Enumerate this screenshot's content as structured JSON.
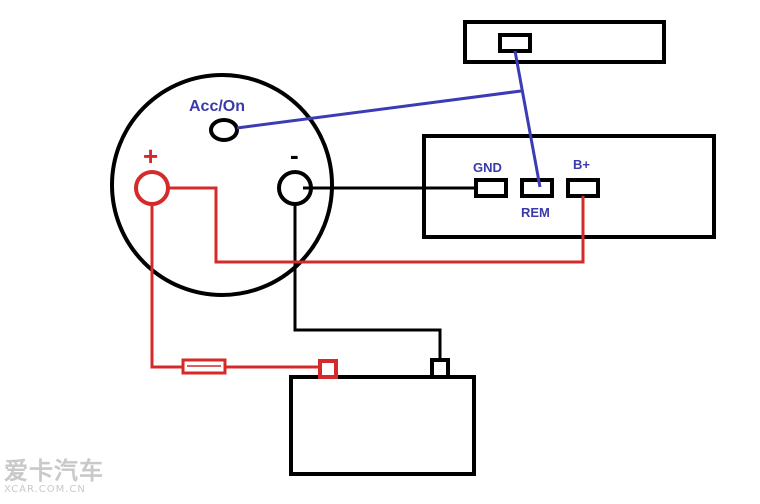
{
  "labels": {
    "acc_on": "Acc/On",
    "plus": "+",
    "minus": "-",
    "gnd": "GND",
    "rem": "REM",
    "b_plus": "B+"
  },
  "watermark": {
    "brand": "爱卡汽车",
    "site": "XCAR.COM.CN"
  },
  "colors": {
    "ground_wire": "#000000",
    "power_wire": "#d42a2a",
    "remote_wire": "#3b3bb5",
    "label_text": "#3a3aa8",
    "outline": "#000000"
  }
}
